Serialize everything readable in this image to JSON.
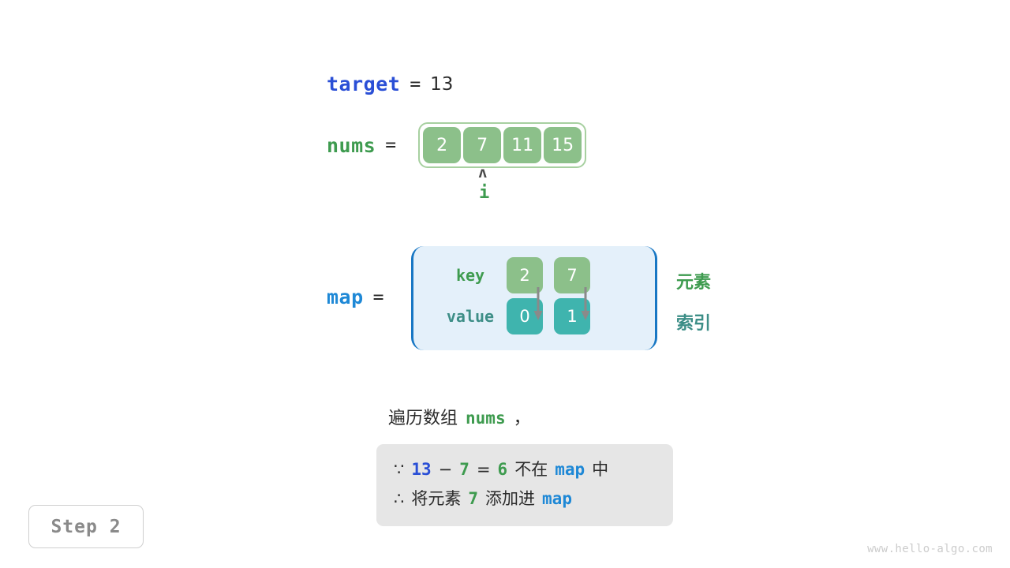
{
  "target": {
    "name": "target",
    "equals": "=",
    "value": "13"
  },
  "nums": {
    "name": "nums",
    "equals": "=",
    "cells": [
      "2",
      "7",
      "11",
      "15"
    ],
    "pointer": {
      "caret": "ʌ",
      "label": "i",
      "index": 1
    }
  },
  "map": {
    "name": "map",
    "equals": "=",
    "row_labels": {
      "key": "key",
      "value": "value"
    },
    "keys": [
      "2",
      "7"
    ],
    "values": [
      "0",
      "1"
    ],
    "legend": {
      "element": "元素",
      "index": "索引"
    }
  },
  "traverse": {
    "prefix": "遍历数组",
    "var": "nums",
    "suffix": "，"
  },
  "note": {
    "line1": [
      {
        "text": "∵",
        "style": "sym"
      },
      {
        "text": "13",
        "style": "mono-blue-deep"
      },
      {
        "text": "−",
        "style": "sym"
      },
      {
        "text": "7",
        "style": "mono-green"
      },
      {
        "text": "=",
        "style": "sym"
      },
      {
        "text": "6",
        "style": "mono-green"
      },
      {
        "text": "不在",
        "style": "cn"
      },
      {
        "text": "map",
        "style": "mono-blue"
      },
      {
        "text": "中",
        "style": "cn"
      }
    ],
    "line2": [
      {
        "text": "∴",
        "style": "sym"
      },
      {
        "text": "将元素",
        "style": "cn"
      },
      {
        "text": "7",
        "style": "mono-green"
      },
      {
        "text": "添加进",
        "style": "cn"
      },
      {
        "text": "map",
        "style": "mono-blue"
      }
    ]
  },
  "step_badge": {
    "label": "Step 2"
  },
  "watermark": {
    "text": "www.hello-algo.com"
  },
  "colors": {
    "blue_deep": "#2a4fd6",
    "blue": "#1e88d6",
    "green": "#3e9b4f",
    "teal": "#3d8e87",
    "cell_green": "#8cc08a",
    "cell_teal": "#3fb4ae",
    "map_bg": "#e4f0fa",
    "map_border": "#1877c4",
    "note_bg": "#e6e6e6",
    "arrow_grey": "#8a8a8a",
    "text": "#2b2b2b"
  }
}
